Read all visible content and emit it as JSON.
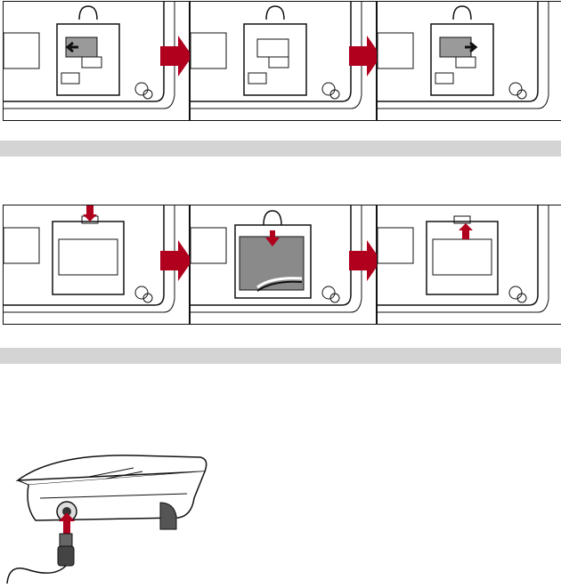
{
  "sections": [
    {
      "name": "sim-card-insertion",
      "steps": 3
    },
    {
      "name": "battery-insertion",
      "steps": 3
    },
    {
      "name": "power-connection",
      "steps": 1
    }
  ],
  "colors": {
    "arrow": "#b0001e",
    "separator": "#d4d4d4",
    "battery": "#8a8a8a",
    "line": "#111111"
  },
  "icons": [
    "step-arrow-icon",
    "direction-arrow-icon",
    "power-plug-icon"
  ]
}
